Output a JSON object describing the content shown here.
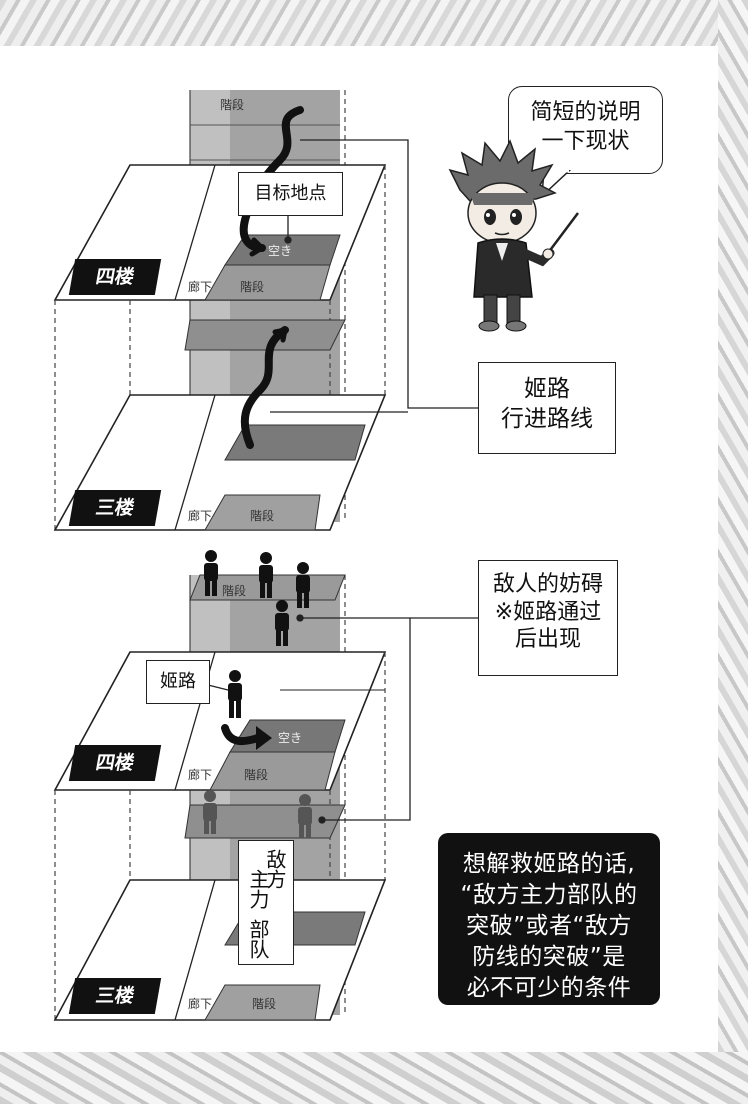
{
  "callouts": {
    "target_point": "目标地点",
    "route": [
      "姬路",
      "行进路线"
    ],
    "speech": [
      "简短的说明",
      "一下现状"
    ],
    "enemy": [
      "敌人的妨碍",
      "※姬路通过",
      "后出现"
    ],
    "himeji": "姬路",
    "enemy_main": [
      "敌方",
      "主力",
      "部队"
    ]
  },
  "floors": {
    "fourth": "四楼",
    "third": "三楼"
  },
  "labels": {
    "stairs": "階段",
    "corridor": "廊下",
    "empty_room": "空き"
  },
  "condition": [
    "想解救姬路的话,",
    "“敌方主力部队的",
    "突破”或者“敌方",
    "防线的突破”是",
    "必不可少的条件"
  ],
  "colors": {
    "stair_fill": "#9a9a9a",
    "floor_fill": "#ffffff",
    "black_box": "#111111"
  },
  "icons": {
    "character": "teacher-character-icon",
    "person": "person-icon",
    "arrow": "route-arrow-icon"
  }
}
